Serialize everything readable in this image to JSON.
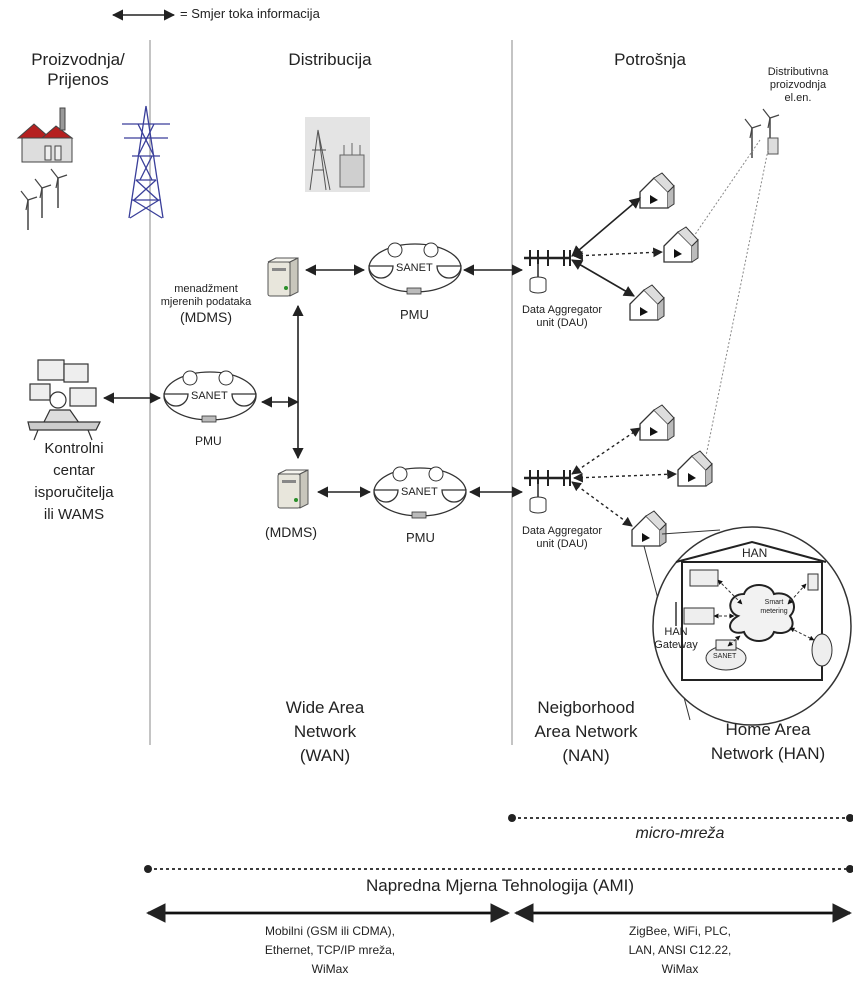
{
  "legend": {
    "text": "= Smjer toka informacija"
  },
  "sections": {
    "production": [
      "Proizvodnja/",
      "Prijenos"
    ],
    "distribution": "Distribucija",
    "consumption": "Potrošnja",
    "dist_gen": [
      "Distributivna",
      "proizvodnja",
      "el.en."
    ]
  },
  "nodes": {
    "mdms1": [
      "menadžment",
      "mjerenih podataka",
      "(MDMS)"
    ],
    "mdms2": "(MDMS)",
    "control": [
      "Kontrolni",
      "centar",
      "isporučitelja",
      "ili WAMS"
    ],
    "sanet": "SANET",
    "pmu": "PMU",
    "dau": [
      "Data Aggregator",
      "unit (DAU)"
    ],
    "han_title": "HAN",
    "han_gateway": [
      "HAN",
      "Gateway"
    ],
    "smart_metering": [
      "Smart",
      "metering"
    ]
  },
  "networks": {
    "wan": [
      "Wide Area",
      "Network",
      "(WAN)"
    ],
    "nan": [
      "Neigborhood",
      "Area Network",
      "(NAN)"
    ],
    "han": [
      "Home Area",
      "Network (HAN)"
    ]
  },
  "spans": {
    "micro": "micro-mreža",
    "ami": "Napredna Mjerna Tehnologija (AMI)"
  },
  "tech": {
    "left": [
      "Mobilni (GSM ili CDMA),",
      "Ethernet, TCP/IP mreža,",
      "WiMax"
    ],
    "right": [
      "ZigBee, WiFi, PLC,",
      "LAN, ANSI C12.22,",
      "WiMax"
    ]
  },
  "colors": {
    "line": "#222222",
    "divider": "#b0b0b0",
    "tower": "#3a3f9a",
    "factory_roof": "#b52020"
  }
}
